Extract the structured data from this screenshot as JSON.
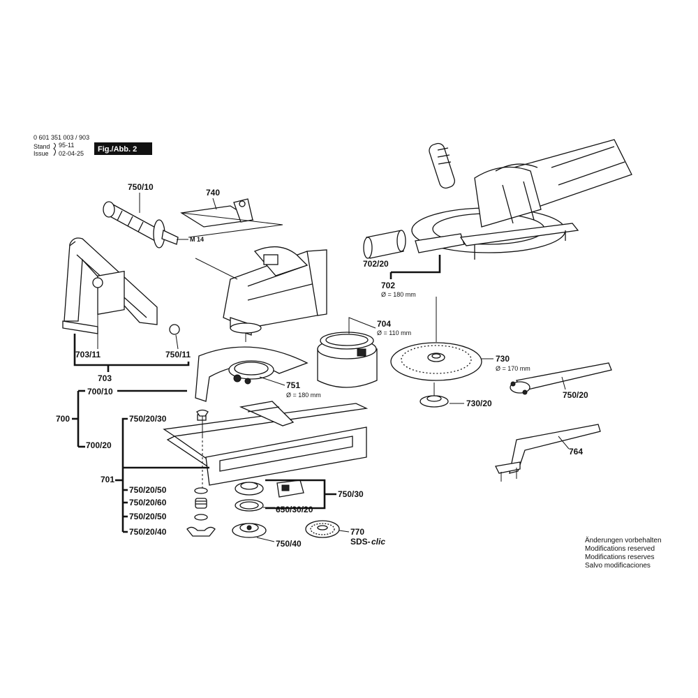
{
  "header": {
    "part_number": "0 601 351 003 / 903",
    "stand_label": "Stand",
    "stand_value": "95-11",
    "issue_label": "Issue",
    "issue_value": "02-04-25",
    "figure_label": "Fig./Abb. 2"
  },
  "labels": {
    "p750_10": "750/10",
    "p740": "740",
    "m14": "M 14",
    "p702_20": "702/20",
    "p702": "702",
    "p702_dia": "Ø = 180 mm",
    "p704": "704",
    "p704_dia": "Ø = 110 mm",
    "p730": "730",
    "p730_dia": "Ø = 170 mm",
    "p703_11": "703/11",
    "p750_11": "750/11",
    "p703": "703",
    "p751": "751",
    "p751_dia": "Ø = 180 mm",
    "p730_20": "730/20",
    "p750_20": "750/20",
    "p700_10": "700/10",
    "p700": "700",
    "p750_20_30": "750/20/30",
    "p700_20": "700/20",
    "p764": "764",
    "p701": "701",
    "p750_20_50_a": "750/20/50",
    "p750_20_60": "750/20/60",
    "p750_20_50_b": "750/20/50",
    "p750_20_40": "750/20/40",
    "p750_30": "750/30",
    "p650_30_20": "650/30/20",
    "p770": "770",
    "sds": "SDS-",
    "sds_clic": "clic",
    "p750_40": "750/40"
  },
  "notes": [
    "Änderungen vorbehalten",
    "Modifications reserved",
    "Modifications reserves",
    "Salvo modificaciones"
  ]
}
